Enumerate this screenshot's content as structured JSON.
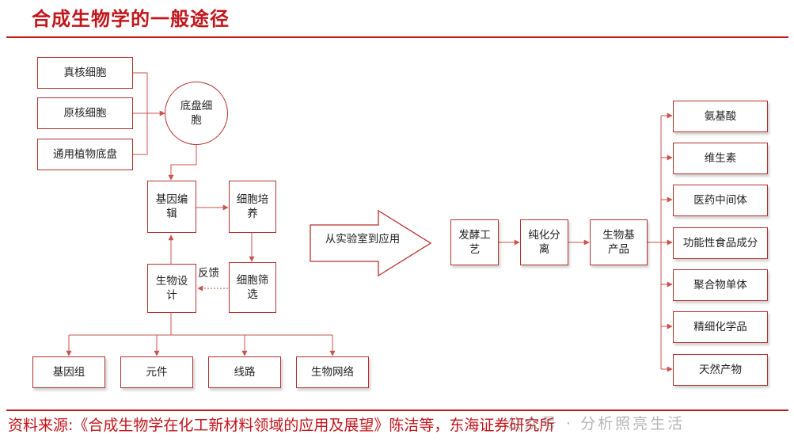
{
  "title": "合成生物学的一般途径",
  "chassis_sources": [
    "真核细胞",
    "原核细胞",
    "通用植物底盘"
  ],
  "chassis_cell": [
    "底盘细",
    "胞"
  ],
  "cycle": {
    "gene_editing": [
      "基因编",
      "辑"
    ],
    "cell_culture": [
      "细胞培",
      "养"
    ],
    "cell_screening": [
      "细胞筛",
      "选"
    ],
    "bio_design": [
      "生物设",
      "计"
    ],
    "feedback_label": "反馈"
  },
  "design_levels": [
    "基因组",
    "元件",
    "线路",
    "生物网络"
  ],
  "transition_label": "从实验室到应用",
  "process": {
    "fermentation": [
      "发酵工",
      "艺"
    ],
    "purification": [
      "纯化分",
      "离"
    ],
    "product": [
      "生物基",
      "产品"
    ]
  },
  "products": [
    "氨基酸",
    "维生素",
    "医药中间体",
    "功能性食品成分",
    "聚合物单体",
    "精细化学品",
    "天然产物"
  ],
  "source": "资料来源:《合成生物学在化工新材料领域的应用及展望》陈洁等，东海证券研究所",
  "watermark": "公众号 · 分析照亮生活",
  "colors": {
    "accent": "#c0161b",
    "box_border": "#b5302d",
    "arrow": "#c9534f"
  }
}
